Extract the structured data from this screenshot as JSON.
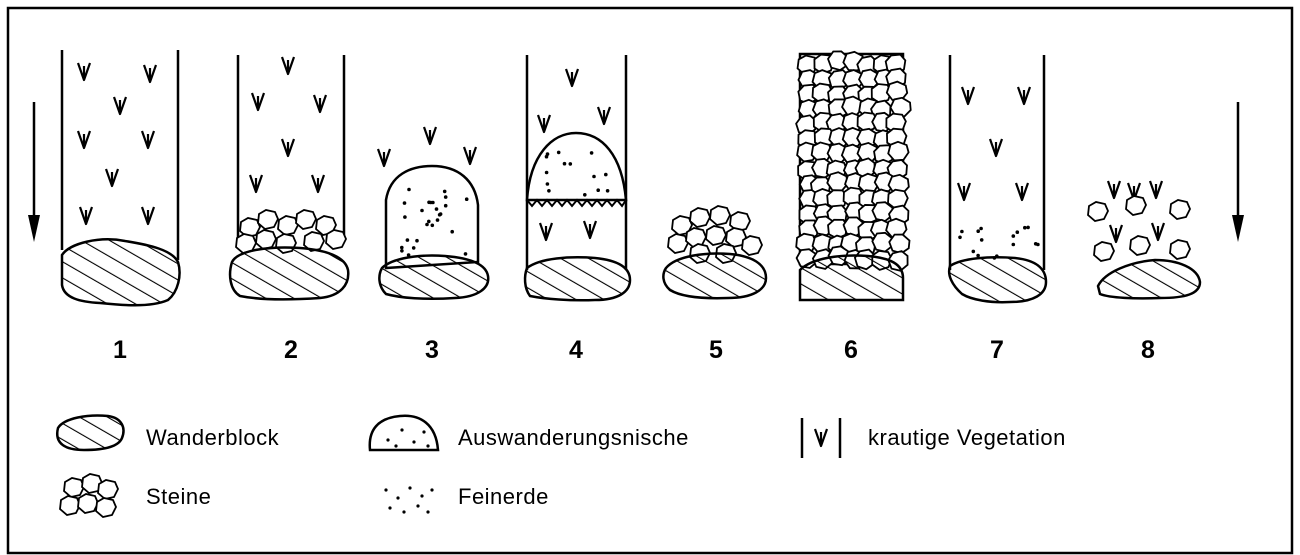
{
  "columns": [
    {
      "number": "1"
    },
    {
      "number": "2"
    },
    {
      "number": "3"
    },
    {
      "number": "4"
    },
    {
      "number": "5"
    },
    {
      "number": "6"
    },
    {
      "number": "7"
    },
    {
      "number": "8"
    }
  ],
  "legend": {
    "wanderblock": "Wanderblock",
    "auswanderungsnische": "Auswanderungsnische",
    "vegetation": "krautige Vegetation",
    "steine": "Steine",
    "feinerde": "Feinerde"
  }
}
